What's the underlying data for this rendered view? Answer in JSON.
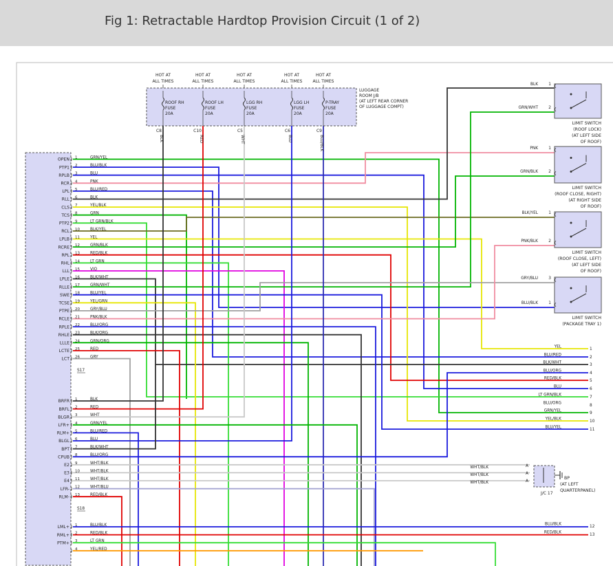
{
  "header": {
    "title": "Fig 1: Retractable Hardtop Provision Circuit (1 of 2)"
  },
  "junction_block": {
    "label": [
      "LUGGAGE",
      "ROOM J/B",
      "(AT LEFT REAR CORNER",
      "OF LUGGAGE COMPT)"
    ],
    "fuses": [
      {
        "hot": [
          "HOT AT",
          "ALL TIMES"
        ],
        "name": [
          "ROOF RH",
          "FUSE",
          "20A"
        ],
        "connector": "C8",
        "wire": "BLK",
        "color": "#333333"
      },
      {
        "hot": [
          "HOT AT",
          "ALL TIMES"
        ],
        "name": [
          "ROOF LH",
          "FUSE",
          "20A"
        ],
        "connector": "C10",
        "wire": "RED",
        "color": "#e00000"
      },
      {
        "hot": [
          "HOT AT",
          "ALL TIMES"
        ],
        "name": [
          "LGG RH",
          "FUSE",
          "20A"
        ],
        "connector": "C5",
        "wire": "WHT",
        "color": "#c8c8c8"
      },
      {
        "hot": [
          "HOT AT",
          "ALL TIMES"
        ],
        "name": [
          "LGG LH",
          "FUSE",
          "20A"
        ],
        "connector": "C6",
        "wire": "BLU",
        "color": "#1a1add"
      },
      {
        "hot": [
          "HOT AT",
          "ALL TIMES"
        ],
        "name": [
          "P-TRAY",
          "FUSE",
          "20A"
        ],
        "connector": "C9",
        "wire": "BLU/BLK",
        "color": "#2a2ab0"
      }
    ]
  },
  "module": {
    "connector_s17": "S17",
    "connector_s18": "S18",
    "s17_pins": [
      {
        "name": "OPEN",
        "num": "1",
        "wire": "GRN/YEL"
      },
      {
        "name": "PTP1",
        "num": "2",
        "wire": "BLU/BLK"
      },
      {
        "name": "RPLB",
        "num": "3",
        "wire": "BLU"
      },
      {
        "name": "RCR",
        "num": "4",
        "wire": "PNK"
      },
      {
        "name": "LPL",
        "num": "5",
        "wire": "BLU/RED"
      },
      {
        "name": "RLL",
        "num": "6",
        "wire": "BLK"
      },
      {
        "name": "CLS",
        "num": "7",
        "wire": "YEL/BLK"
      },
      {
        "name": "TCS",
        "num": "8",
        "wire": "GRN"
      },
      {
        "name": "PTP2",
        "num": "9",
        "wire": "LT GRN/BLK"
      },
      {
        "name": "RCL",
        "num": "10",
        "wire": "BLK/YEL"
      },
      {
        "name": "LPLB",
        "num": "11",
        "wire": "YEL"
      },
      {
        "name": "RCRE",
        "num": "12",
        "wire": "GRN/BLK"
      },
      {
        "name": "RPL",
        "num": "13",
        "wire": "RED/BLK"
      },
      {
        "name": "RHL",
        "num": "14",
        "wire": "LT GRN"
      },
      {
        "name": "LLL",
        "num": "15",
        "wire": "VIO"
      },
      {
        "name": "LPLE",
        "num": "16",
        "wire": "BLK/WHT"
      },
      {
        "name": "RLLE",
        "num": "17",
        "wire": "GRN/WHT"
      },
      {
        "name": "SWE",
        "num": "18",
        "wire": "BLU/YEL"
      },
      {
        "name": "TCSE",
        "num": "19",
        "wire": "YEL/GRN"
      },
      {
        "name": "PTPE",
        "num": "20",
        "wire": "GRY/BLU"
      },
      {
        "name": "RCLE",
        "num": "21",
        "wire": "PNK/BLK"
      },
      {
        "name": "RPLE",
        "num": "22",
        "wire": "BLU/ORG"
      },
      {
        "name": "RHLE",
        "num": "23",
        "wire": "BLK/ORG"
      },
      {
        "name": "LLLE",
        "num": "24",
        "wire": "GRN/ORG"
      },
      {
        "name": "LCTE",
        "num": "25",
        "wire": "RED"
      },
      {
        "name": "LCT",
        "num": "26",
        "wire": "GRY"
      }
    ],
    "s18_pins": [
      {
        "name": "BRFR",
        "num": "1",
        "wire": "BLK"
      },
      {
        "name": "BRFL",
        "num": "2",
        "wire": "RED"
      },
      {
        "name": "BLGR",
        "num": "3",
        "wire": "WHT"
      },
      {
        "name": "LFR+",
        "num": "4",
        "wire": "GRN/YEL"
      },
      {
        "name": "RLM+",
        "num": "5",
        "wire": "BLU/RED"
      },
      {
        "name": "BLGL",
        "num": "6",
        "wire": "BLU"
      },
      {
        "name": "BPT",
        "num": "7",
        "wire": "BLK/WHT"
      },
      {
        "name": "CPUB",
        "num": "8",
        "wire": "BLU/ORG"
      },
      {
        "name": "E2",
        "num": "9",
        "wire": "WHT/BLK"
      },
      {
        "name": "E3",
        "num": "10",
        "wire": "WHT/BLK"
      },
      {
        "name": "E4",
        "num": "11",
        "wire": "WHT/BLK"
      },
      {
        "name": "LFR-",
        "num": "12",
        "wire": "WHT/BLU"
      },
      {
        "name": "RLM-",
        "num": "13",
        "wire": "RED/BLK"
      }
    ],
    "s19_pins": [
      {
        "name": "LML+",
        "num": "1",
        "wire": "BLU/BLK"
      },
      {
        "name": "RML+",
        "num": "2",
        "wire": "RED/BLK"
      },
      {
        "name": "PTM+",
        "num": "3",
        "wire": "LT GRN"
      },
      {
        "name": "",
        "num": "4",
        "wire": "YEL/RED"
      }
    ]
  },
  "switches": [
    {
      "title": [
        "LIMIT SWITCH",
        "(ROOF LOCK)",
        "(AT LEFT SIDE",
        "OF ROOF)"
      ],
      "pins": [
        {
          "num": "1",
          "wire": "BLK"
        },
        {
          "num": "2",
          "wire": "GRN/WHT"
        }
      ]
    },
    {
      "title": [
        "LIMIT SWITCH",
        "(ROOF CLOSE, RIGHT)",
        "(AT RIGHT SIDE",
        "OF ROOF)"
      ],
      "pins": [
        {
          "num": "1",
          "wire": "PNK"
        },
        {
          "num": "2",
          "wire": "GRN/BLK"
        }
      ]
    },
    {
      "title": [
        "LIMIT SWITCH",
        "(ROOF CLOSE, LEFT)",
        "(AT LEFT SIDE",
        "OF ROOF)"
      ],
      "pins": [
        {
          "num": "1",
          "wire": "BLK/YEL"
        },
        {
          "num": "2",
          "wire": "PNK/BLK"
        }
      ]
    },
    {
      "title": [
        "LIMIT SWITCH",
        "(PACKAGE TRAY 1)"
      ],
      "pins": [
        {
          "num": "3",
          "wire": "GRY/BLU"
        },
        {
          "num": "1",
          "wire": "BLU/BLK"
        }
      ]
    }
  ],
  "exits": [
    {
      "num": "1",
      "wire": "YEL"
    },
    {
      "num": "2",
      "wire": "BLU/RED"
    },
    {
      "num": "3",
      "wire": "BLK/WHT"
    },
    {
      "num": "4",
      "wire": "BLU/ORG"
    },
    {
      "num": "5",
      "wire": "RED/BLK"
    },
    {
      "num": "6",
      "wire": "BLU"
    },
    {
      "num": "7",
      "wire": "LT GRN/BLK"
    },
    {
      "num": "8",
      "wire": "BLU/ORG"
    },
    {
      "num": "9",
      "wire": "GRN/YEL"
    },
    {
      "num": "10",
      "wire": "YEL/BLK"
    },
    {
      "num": "11",
      "wire": "BLU/YEL"
    },
    {
      "num": "12",
      "wire": "BLU/BLK"
    },
    {
      "num": "13",
      "wire": "RED/BLK"
    }
  ],
  "jc": {
    "wires": [
      "WHT/BLK",
      "WHT/BLK",
      "WHT/BLK"
    ],
    "pins": [
      "A",
      "A",
      "A"
    ],
    "label": [
      "BP",
      "(AT LEFT",
      "QUARTERPANEL)"
    ],
    "name": "J/C 17"
  },
  "wire_colors": {
    "BLK": "#333333",
    "RED": "#e00000",
    "WHT": "#c8c8c8",
    "BLU": "#1a1add",
    "GRN": "#00b400",
    "YEL": "#e6e600",
    "PNK": "#f08ca0",
    "VIO": "#e000e0",
    "GRY": "#a0a0a0",
    "LTGRN": "#33dd33",
    "ORG": "#ff9900"
  }
}
